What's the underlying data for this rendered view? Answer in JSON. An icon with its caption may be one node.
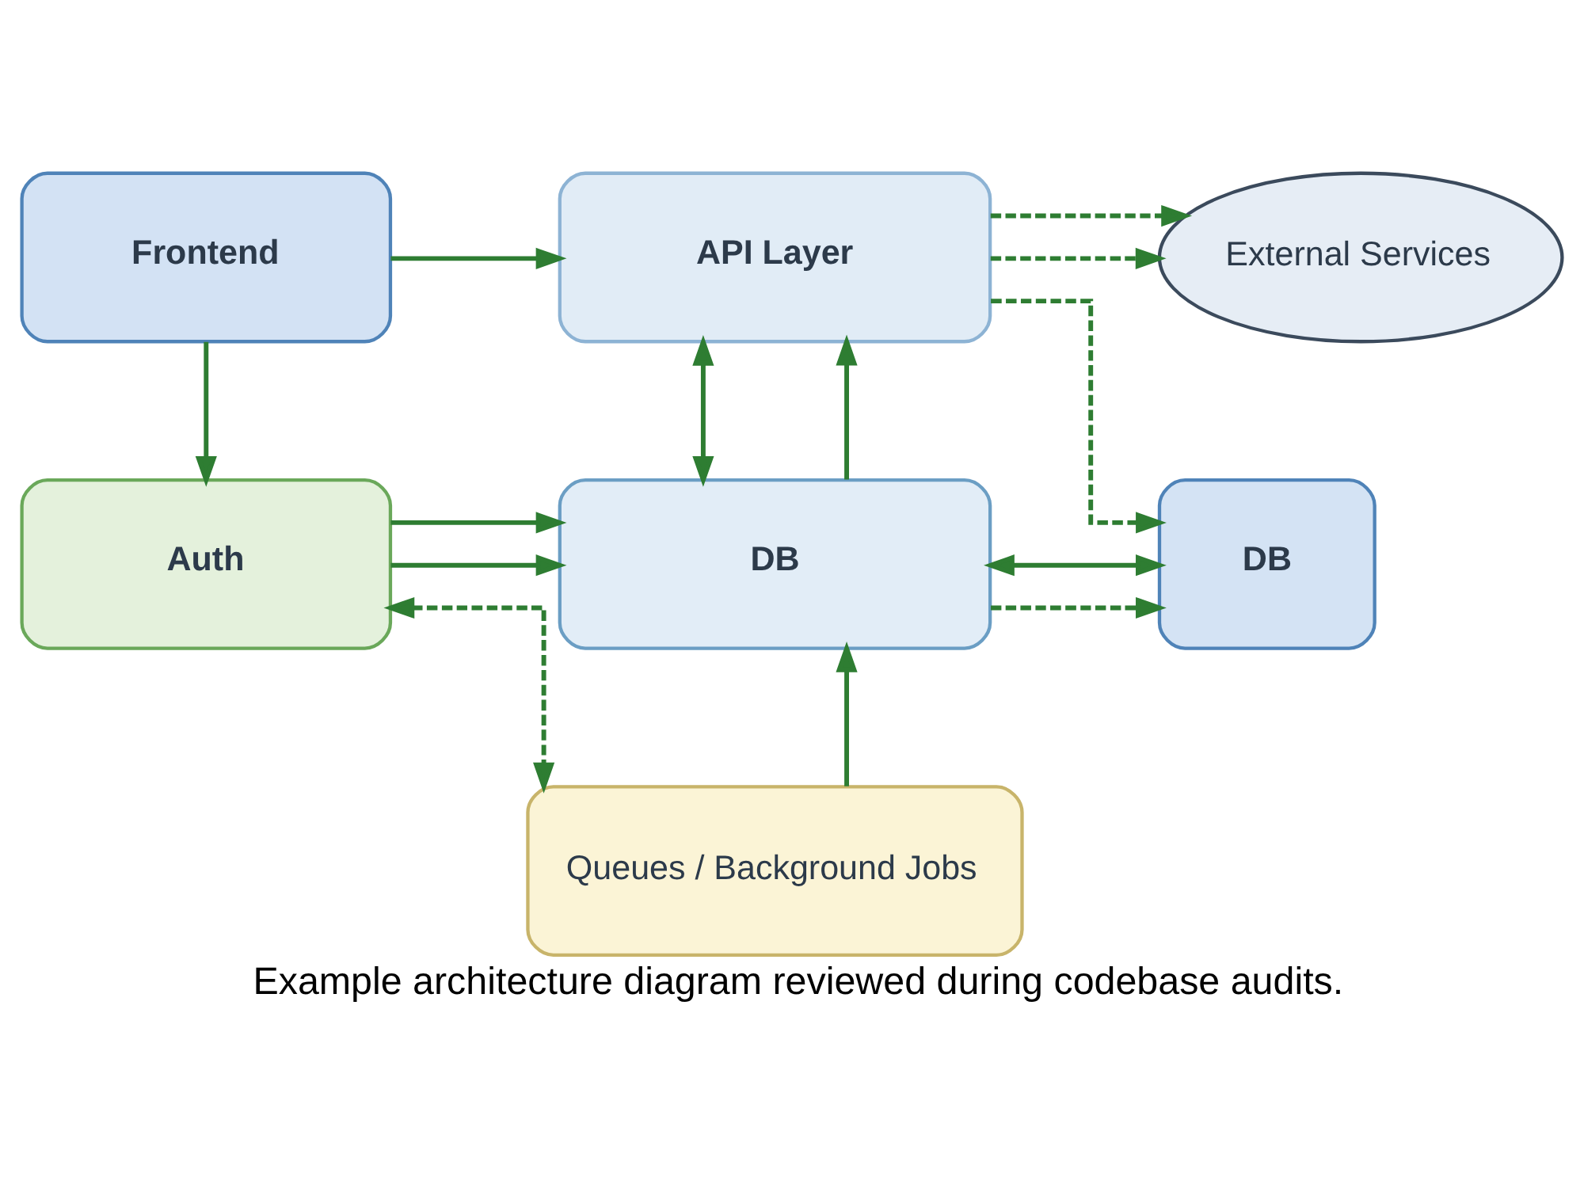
{
  "diagram": {
    "caption": "Example architecture diagram reviewed during codebase audits.",
    "nodes": [
      {
        "text": [
          "Frontend"
        ]
      },
      {
        "text": [
          "API Layer"
        ]
      },
      {
        "text": [
          "External Services"
        ]
      },
      {
        "text": [
          "Auth"
        ]
      },
      {
        "text": [
          "DB"
        ]
      },
      {
        "text": [
          "DB"
        ]
      },
      {
        "text": [
          "Queues / Background Jobs"
        ]
      }
    ],
    "edges": [
      {
        "from": 0,
        "to": 1,
        "arrow": "to"
      },
      {
        "from": 0,
        "to": 3,
        "arrow": "to"
      },
      {
        "from": 1,
        "to": 2,
        "arrow": "to",
        "style": "dashed"
      },
      {
        "from": 1,
        "to": 2,
        "arrow": "to",
        "style": "dashed"
      },
      {
        "from": 1,
        "to": 5,
        "arrow": "to",
        "style": "dashed"
      },
      {
        "from": 1,
        "to": 4,
        "arrow": "both"
      },
      {
        "from": 4,
        "to": 1,
        "arrow": "to"
      },
      {
        "from": 3,
        "to": 4,
        "arrow": "to"
      },
      {
        "from": 3,
        "to": 4,
        "arrow": "to"
      },
      {
        "from": 4,
        "to": 5,
        "arrow": "both"
      },
      {
        "from": 4,
        "to": 5,
        "arrow": "to",
        "style": "dashed"
      },
      {
        "from": 6,
        "to": 4,
        "arrow": "to"
      },
      {
        "from": 3,
        "to": 6,
        "arrow": "both",
        "style": "dashed"
      }
    ]
  }
}
